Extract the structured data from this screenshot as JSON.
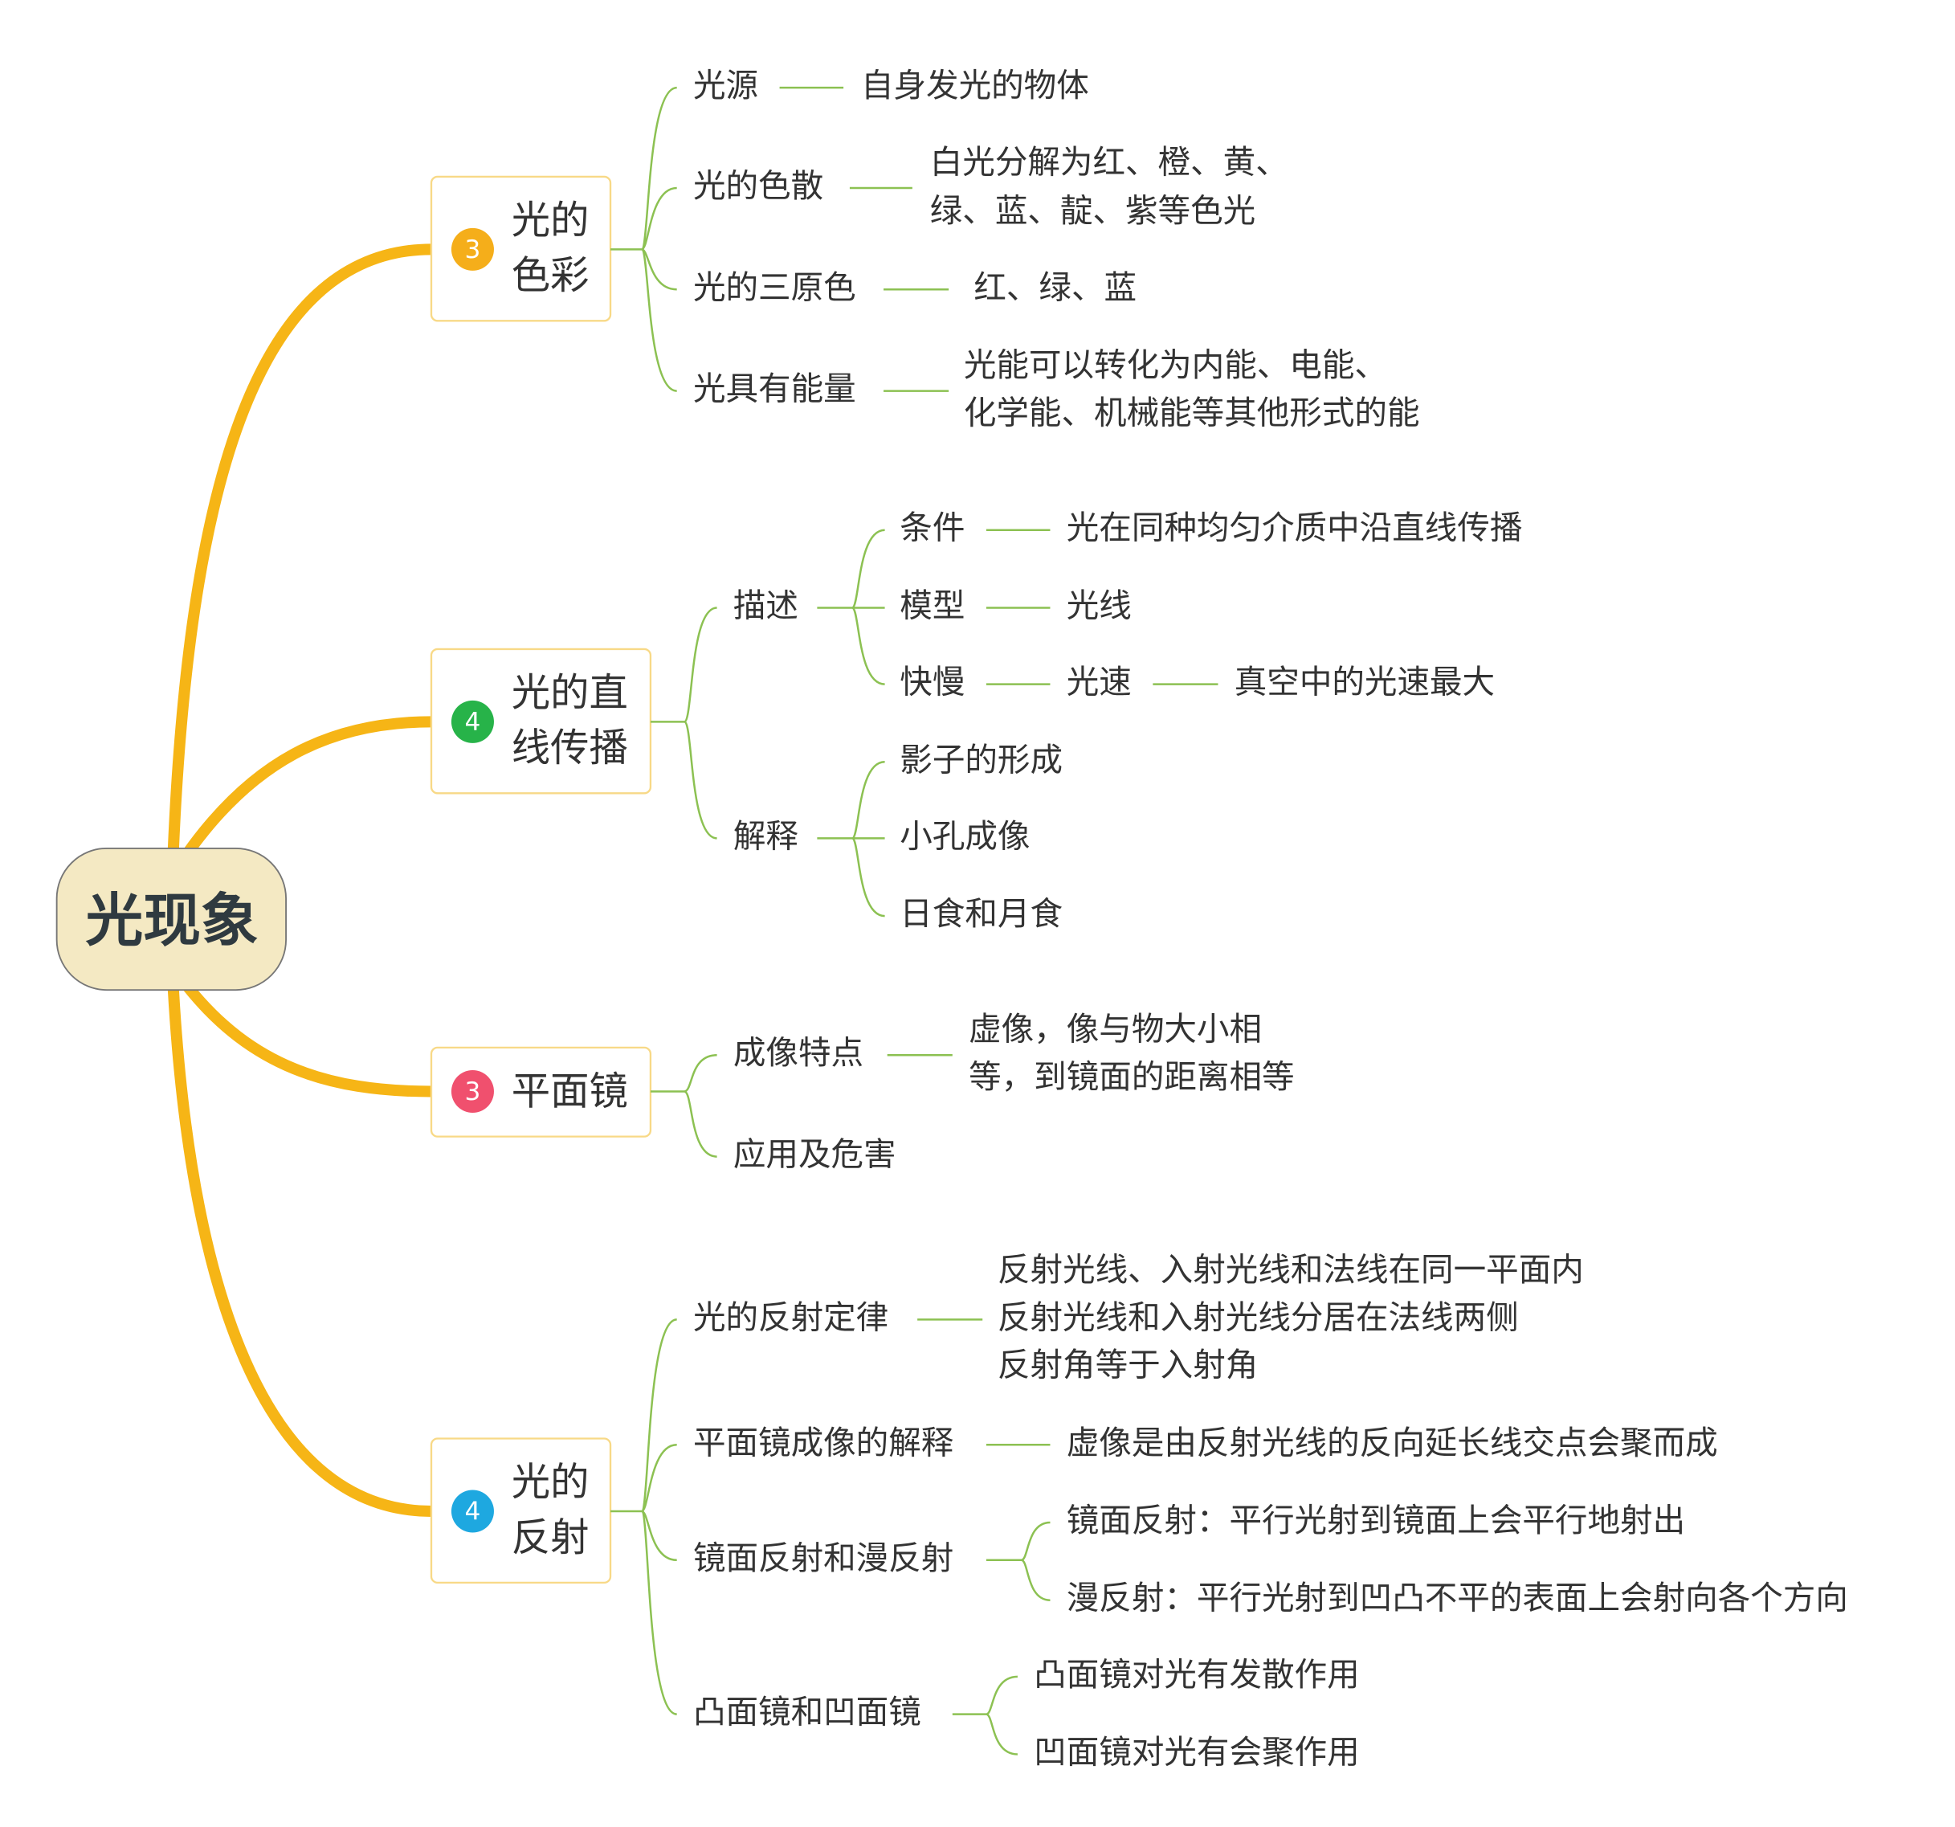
{
  "root": {
    "label": "光现象"
  },
  "colors": {
    "main_branch": "#f6b516",
    "sub_line": "#8cc152",
    "root_fill": "#f4e9c3",
    "badge_orange": "#f5ae1a",
    "badge_green": "#27b349",
    "badge_red": "#f0506e",
    "badge_blue": "#1ea8e0"
  },
  "branches": [
    {
      "badge": "3",
      "label_lines": [
        "光的",
        "色彩"
      ],
      "children": [
        {
          "label": "光源",
          "detail": [
            "自身发光的物体"
          ]
        },
        {
          "label": "光的色散",
          "detail": [
            "白光分解为红、橙、黄、",
            "绿、蓝、靛、紫等色光"
          ]
        },
        {
          "label": "光的三原色",
          "detail": [
            "红、绿、蓝"
          ]
        },
        {
          "label": "光具有能量",
          "detail": [
            "光能可以转化为内能、电能、",
            "化学能、机械能等其他形式的能"
          ]
        }
      ]
    },
    {
      "badge": "4",
      "label_lines": [
        "光的直",
        "线传播"
      ],
      "children": [
        {
          "label": "描述",
          "children": [
            {
              "label": "条件",
              "detail": "光在同种均匀介质中沿直线传播"
            },
            {
              "label": "模型",
              "detail": "光线"
            },
            {
              "label": "快慢",
              "detail": "光速",
              "detail2": "真空中的光速最大"
            }
          ]
        },
        {
          "label": "解释",
          "children": [
            {
              "label": "影子的形成"
            },
            {
              "label": "小孔成像"
            },
            {
              "label": "日食和月食"
            }
          ]
        }
      ]
    },
    {
      "badge": "3",
      "label_lines": [
        "平面镜"
      ],
      "children": [
        {
          "label": "成像特点",
          "detail": [
            "虚像，像与物大小相",
            "等，到镜面的距离相等"
          ]
        },
        {
          "label": "应用及危害"
        }
      ]
    },
    {
      "badge": "4",
      "label_lines": [
        "光的",
        "反射"
      ],
      "children": [
        {
          "label": "光的反射定律",
          "detail": [
            "反射光线、入射光线和法线在同一平面内",
            "反射光线和入射光线分居在法线两侧",
            "反射角等于入射角"
          ]
        },
        {
          "label": "平面镜成像的解释",
          "detail": [
            "虚像是由反射光线的反向延长线交点会聚而成"
          ]
        },
        {
          "label": "镜面反射和漫反射",
          "children": [
            {
              "label": "镜面反射：平行光射到镜面上会平行地射出"
            },
            {
              "label": "漫反射：平行光射到凹凸不平的表面上会射向各个方向"
            }
          ]
        },
        {
          "label": "凸面镜和凹面镜",
          "children": [
            {
              "label": "凸面镜对光有发散作用"
            },
            {
              "label": "凹面镜对光有会聚作用"
            }
          ]
        }
      ]
    }
  ]
}
